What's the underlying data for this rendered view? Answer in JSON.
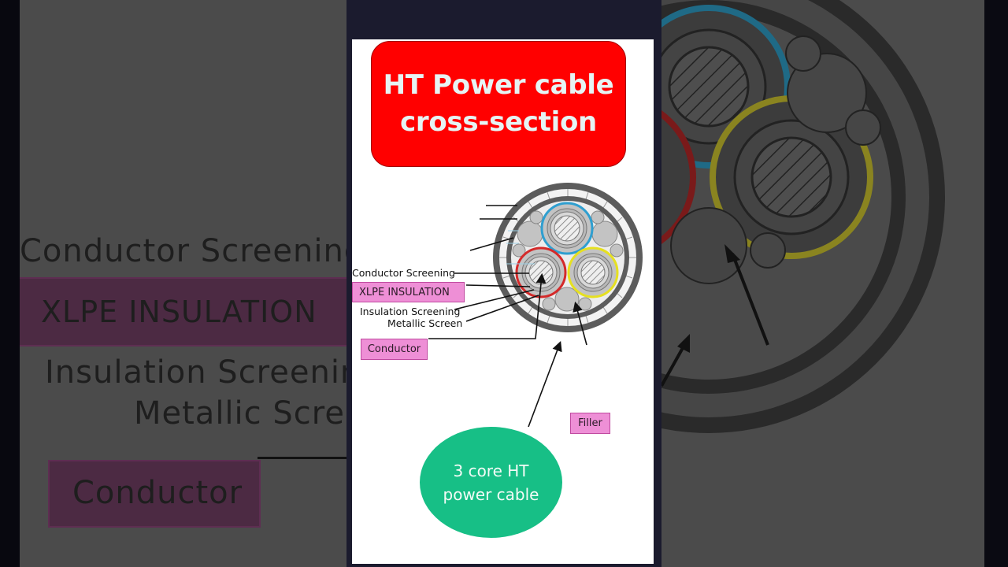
{
  "title": {
    "line1": "HT Power cable",
    "line2": "cross-section",
    "background": "#ff0000"
  },
  "labels": {
    "conductor_screening": "Conductor Screening",
    "xlpe_insulation": "XLPE INSULATION",
    "insulation_screening": "Insulation Screening",
    "metallic_screen": "Metallic Screen",
    "conductor": "Conductor",
    "filler": "Filler"
  },
  "bubble": {
    "text": "3 core HT power cable",
    "color": "#17bf86"
  },
  "cable": {
    "cores": [
      {
        "name": "core-blue",
        "color": "#2f9fd0"
      },
      {
        "name": "core-red",
        "color": "#d42a2a"
      },
      {
        "name": "core-yellow",
        "color": "#e6e020"
      }
    ],
    "sheath_color": "#5c5c5c",
    "filler_color": "#c3c3c3"
  },
  "background_blur": {
    "left_texts": [
      "Conductor Screening",
      "XLPE INSULATION",
      "Insulation Screening",
      "Metallic Screen",
      "Conductor"
    ]
  }
}
